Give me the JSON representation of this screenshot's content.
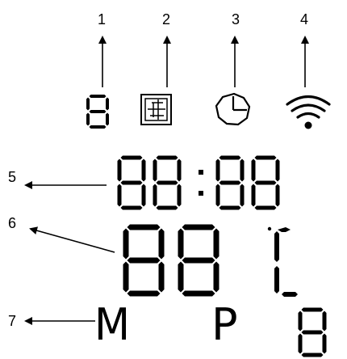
{
  "callouts": {
    "c1": "1",
    "c2": "2",
    "c3": "3",
    "c4": "4",
    "c5": "5",
    "c6": "6",
    "c7": "7"
  },
  "display": {
    "mode_digit": "8",
    "time_digits": [
      "8",
      "8",
      "8",
      "8"
    ],
    "time_separator": ":",
    "temp_digits": [
      "8",
      "8"
    ],
    "temp_unit": "°C",
    "bottom_left_letter": "M",
    "bottom_mid_letter": "P",
    "bottom_right_digit": "8"
  },
  "icons": {
    "window": "window-icon",
    "timer": "timer-clock-icon",
    "wifi": "wifi-icon"
  }
}
